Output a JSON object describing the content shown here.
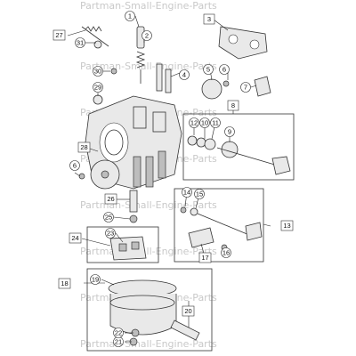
{
  "watermark": {
    "text": "Partman-Small-Engine-Parts"
  },
  "callouts": [
    {
      "id": "c1",
      "num": "1",
      "shape": "circle"
    },
    {
      "id": "c2",
      "num": "2",
      "shape": "circle"
    },
    {
      "id": "c3",
      "num": "3",
      "shape": "square"
    },
    {
      "id": "c4",
      "num": "4",
      "shape": "circle"
    },
    {
      "id": "c5",
      "num": "5",
      "shape": "circle"
    },
    {
      "id": "c6a",
      "num": "6",
      "shape": "circle"
    },
    {
      "id": "c6b",
      "num": "6",
      "shape": "circle"
    },
    {
      "id": "c7",
      "num": "7",
      "shape": "circle"
    },
    {
      "id": "c8",
      "num": "8",
      "shape": "square"
    },
    {
      "id": "c9",
      "num": "9",
      "shape": "circle"
    },
    {
      "id": "c10",
      "num": "10",
      "shape": "circle"
    },
    {
      "id": "c11",
      "num": "11",
      "shape": "circle"
    },
    {
      "id": "c12",
      "num": "12",
      "shape": "circle"
    },
    {
      "id": "c13",
      "num": "13",
      "shape": "square"
    },
    {
      "id": "c14",
      "num": "14",
      "shape": "circle"
    },
    {
      "id": "c15",
      "num": "15",
      "shape": "circle"
    },
    {
      "id": "c16",
      "num": "16",
      "shape": "circle"
    },
    {
      "id": "c17",
      "num": "17",
      "shape": "square"
    },
    {
      "id": "c18",
      "num": "18",
      "shape": "square"
    },
    {
      "id": "c19",
      "num": "19",
      "shape": "circle"
    },
    {
      "id": "c20",
      "num": "20",
      "shape": "square"
    },
    {
      "id": "c21",
      "num": "21",
      "shape": "circle"
    },
    {
      "id": "c22",
      "num": "22",
      "shape": "circle"
    },
    {
      "id": "c23",
      "num": "23",
      "shape": "circle"
    },
    {
      "id": "c24",
      "num": "24",
      "shape": "square"
    },
    {
      "id": "c25",
      "num": "25",
      "shape": "circle"
    },
    {
      "id": "c26",
      "num": "26",
      "shape": "square"
    },
    {
      "id": "c27",
      "num": "27",
      "shape": "square"
    },
    {
      "id": "c28",
      "num": "28",
      "shape": "square"
    },
    {
      "id": "c29",
      "num": "29",
      "shape": "circle"
    },
    {
      "id": "c30",
      "num": "30",
      "shape": "circle"
    },
    {
      "id": "c31",
      "num": "31",
      "shape": "circle"
    }
  ]
}
